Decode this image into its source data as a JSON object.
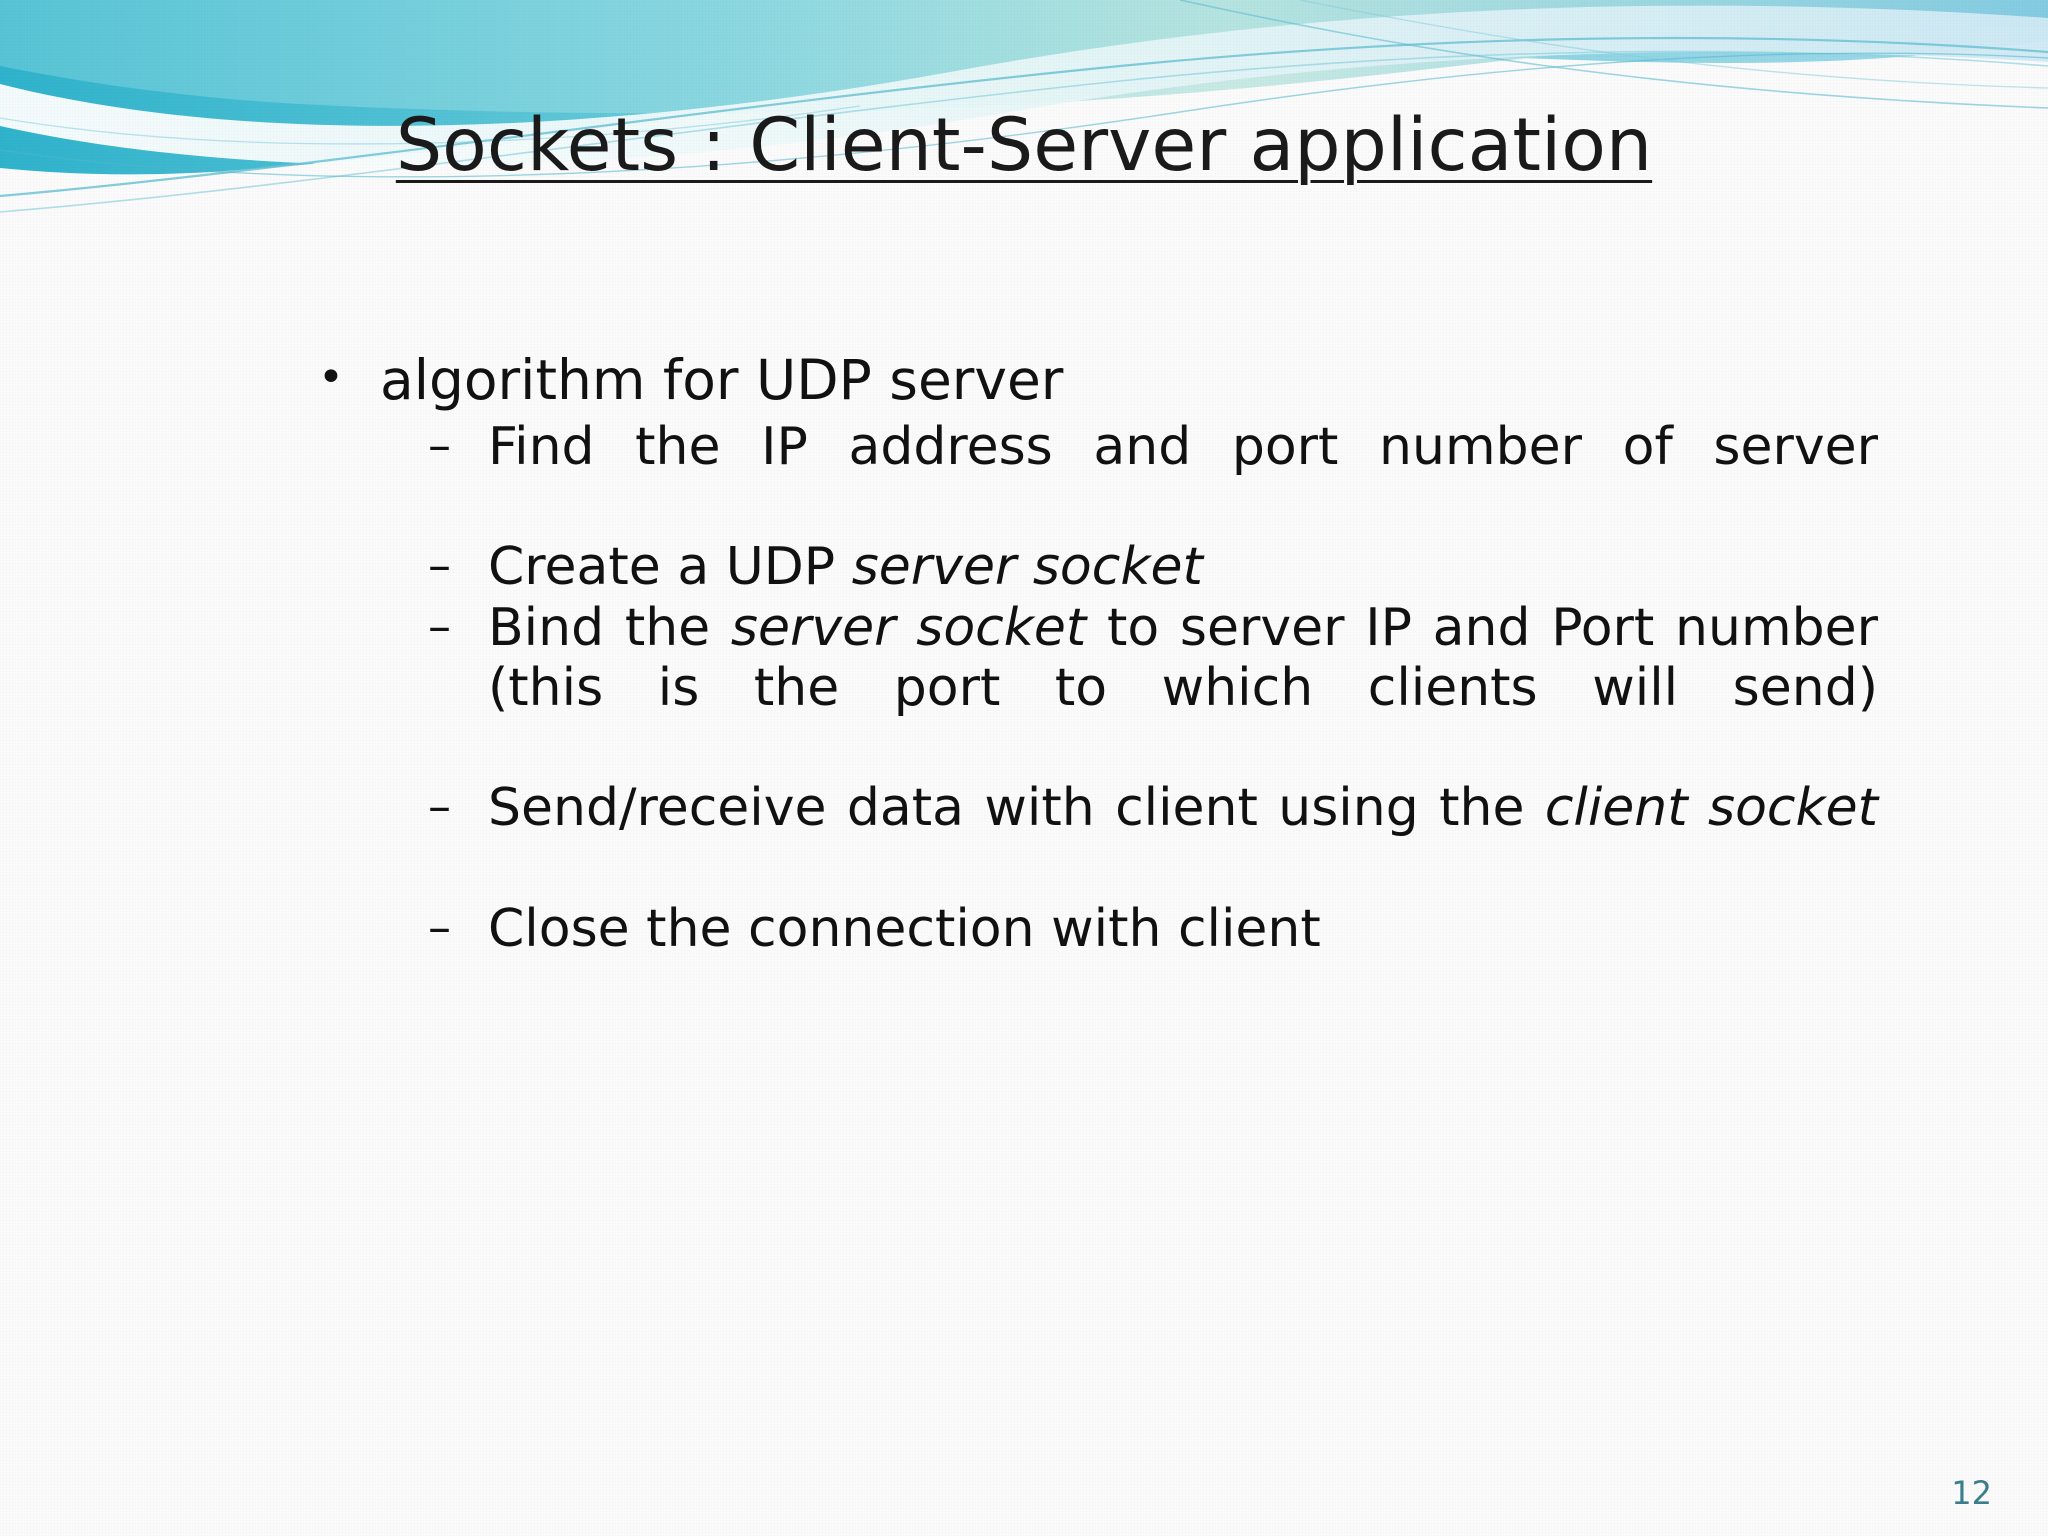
{
  "slide": {
    "title": "Sockets : Client-Server application",
    "page_number": "12",
    "accent_color": "#4bb8cf",
    "page_number_color": "#31748a",
    "background_color": "#fbfbfb"
  },
  "content": {
    "bullet_glyph": "•",
    "dash_glyph": "–",
    "level1": "algorithm for UDP server",
    "items": [
      {
        "part1": "Find the IP address and port number of server",
        "italic": "",
        "part2": ""
      },
      {
        "part1": "Create a UDP ",
        "italic": "server socket",
        "part2": ""
      },
      {
        "part1": "Bind the ",
        "italic": "server socket",
        "part2": " to server IP and Port number (this is the port to which clients will send)"
      },
      {
        "part1": "Send/receive data with client using the ",
        "italic": "client socket",
        "part2": ""
      },
      {
        "part1": "Close the connection with client",
        "italic": "",
        "part2": ""
      }
    ]
  }
}
